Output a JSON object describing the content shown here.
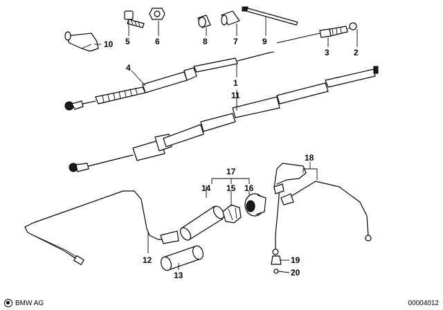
{
  "callouts": {
    "c1": "1",
    "c2": "2",
    "c3": "3",
    "c4": "4",
    "c5": "5",
    "c6": "6",
    "c7": "7",
    "c8": "8",
    "c9": "9",
    "c10": "10",
    "c11": "11",
    "c12": "12",
    "c13": "13",
    "c14": "14",
    "c15": "15",
    "c16": "16",
    "c17": "17",
    "c18": "18",
    "c19": "19",
    "c20": "20"
  },
  "footer": {
    "brand_text": "BMW AG",
    "diagram_code": "00004012"
  }
}
